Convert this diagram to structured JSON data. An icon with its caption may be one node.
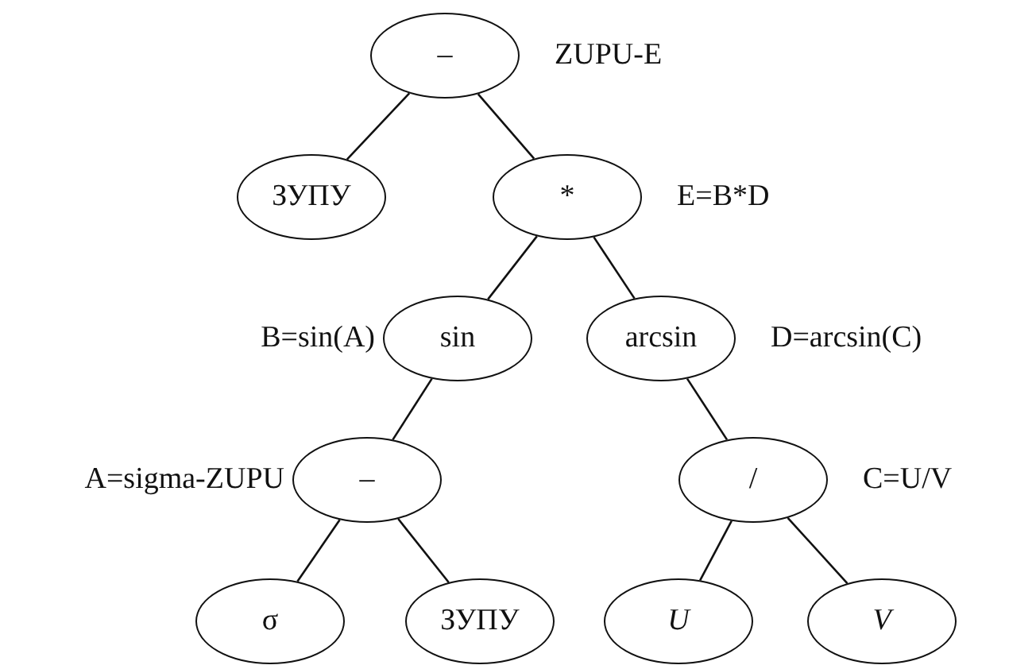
{
  "diagram": {
    "nodes": [
      {
        "text": [
          "–"
        ],
        "beside": [
          "ZUPU-E"
        ]
      },
      {
        "text": [
          "ЗУПУ"
        ]
      },
      {
        "text": [
          "*"
        ],
        "beside": [
          "E=B*D"
        ]
      },
      {
        "text": [
          "sin"
        ],
        "beside": [
          "B=sin(A)"
        ]
      },
      {
        "text": [
          "arcsin"
        ],
        "beside": [
          "D=arcsin(C)"
        ]
      },
      {
        "text": [
          "–"
        ],
        "beside": [
          "A=sigma-ZUPU"
        ]
      },
      {
        "text": [
          "/"
        ],
        "beside": [
          "C=U/V"
        ]
      },
      {
        "text": [
          "σ"
        ]
      },
      {
        "text": [
          "ЗУПУ"
        ]
      },
      {
        "text": [
          "U"
        ]
      },
      {
        "text": [
          "V"
        ]
      }
    ],
    "edges": [
      {
        "from": 0,
        "to": 1,
        "arrow": "none"
      },
      {
        "from": 0,
        "to": 2,
        "arrow": "none"
      },
      {
        "from": 2,
        "to": 3,
        "arrow": "none"
      },
      {
        "from": 2,
        "to": 4,
        "arrow": "none"
      },
      {
        "from": 3,
        "to": 5,
        "arrow": "none"
      },
      {
        "from": 4,
        "to": 6,
        "arrow": "none"
      },
      {
        "from": 5,
        "to": 7,
        "arrow": "none"
      },
      {
        "from": 5,
        "to": 8,
        "arrow": "none"
      },
      {
        "from": 6,
        "to": 9,
        "arrow": "none"
      },
      {
        "from": 6,
        "to": 10,
        "arrow": "none"
      }
    ]
  }
}
